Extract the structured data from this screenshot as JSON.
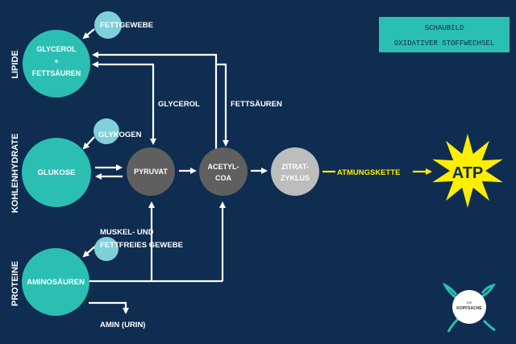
{
  "title_box": {
    "line1": "SCHAUBILD",
    "line2": "OXIDATIVER STOFFWECHSEL",
    "color": "#2bbfb3"
  },
  "side_labels": {
    "lipide": "LIPIDE",
    "kohlenhydrate": "KOHLENHYDRATE",
    "proteine": "PROTEINE"
  },
  "nodes": {
    "glycerol_fettsaeuren": {
      "line1": "GLYCEROL",
      "line2": "+",
      "line3": "FETTSÄUREN"
    },
    "fettgewebe": {
      "label": "FETTGEWEBE"
    },
    "glukose": {
      "label": "GLUKOSE"
    },
    "glykogen": {
      "label": "GLYKOGEN"
    },
    "aminosaeuren": {
      "label": "AMINOSÄUREN"
    },
    "muskel": {
      "line1": "MUSKEL- UND",
      "line2": "FETTFREIES GEWEBE"
    },
    "pyruvat": {
      "label": "PYRUVAT"
    },
    "acetyl_coa": {
      "line1": "ACETYL-",
      "line2": "COA"
    },
    "zitratzyklus": {
      "line1": "ZITRAT-",
      "line2": "ZYKLUS"
    },
    "atp": {
      "label": "ATP"
    }
  },
  "edge_labels": {
    "glycerol": "GLYCEROL",
    "fettsaeuren": "FETTSÄUREN",
    "atmungskette": "ATMUNGSKETTE",
    "amin": "AMIN (URIN)"
  },
  "logo": {
    "line1": "DIE",
    "line2": "KOPFSACHE"
  },
  "colors": {
    "background": "#0e2d50",
    "teal": "#2bbfb3",
    "light_teal": "#7fd0d8",
    "dark_gray": "#5f5f5f",
    "light_gray": "#bdbdbd",
    "yellow": "#ffee00",
    "arrow": "#ffffff"
  }
}
